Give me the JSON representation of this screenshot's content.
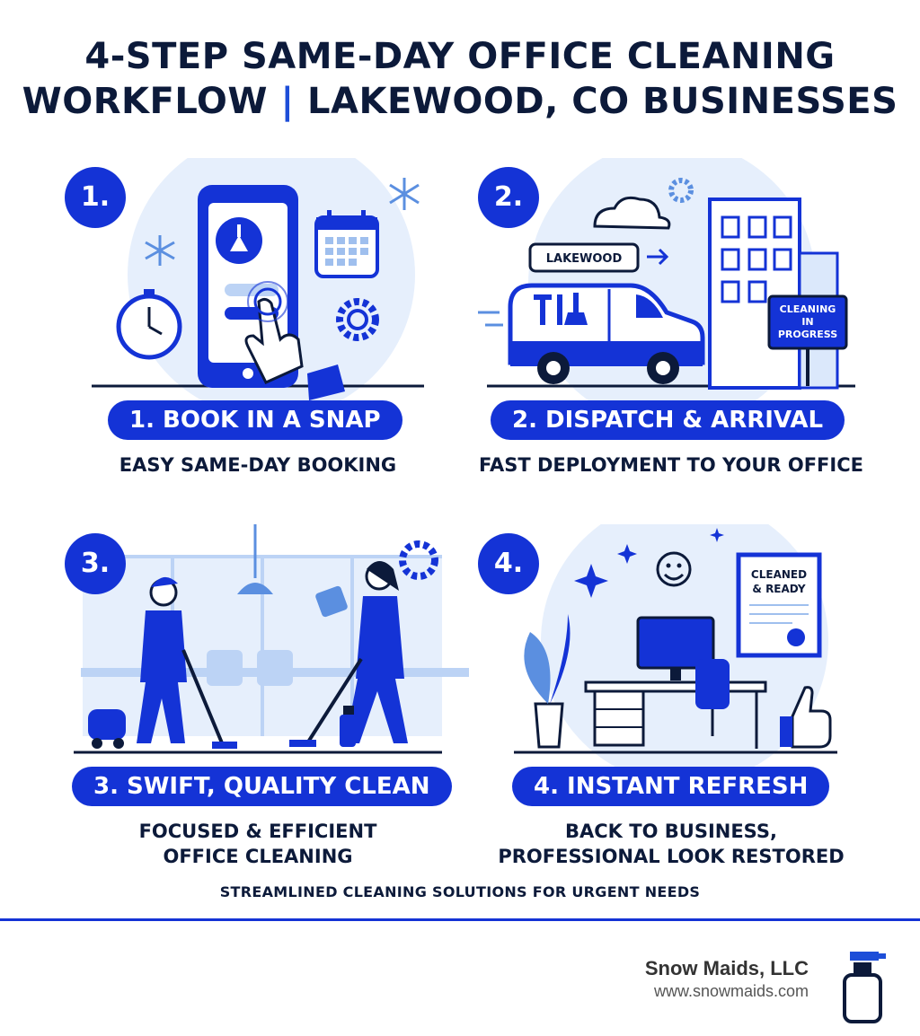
{
  "title": {
    "line1": "4-STEP SAME-DAY OFFICE CLEANING",
    "line2_a": "WORKFLOW",
    "line2_sep": "|",
    "line2_b": "LAKEWOOD, CO BUSINESSES"
  },
  "steps": [
    {
      "badge": "1.",
      "heading": "1. BOOK IN A SNAP",
      "subtitle": "EASY SAME-DAY BOOKING",
      "icons": [
        "phone-icon",
        "broom-icon",
        "tap-hand-icon",
        "calendar-icon",
        "stopwatch-icon",
        "snowflake-icon",
        "gear-icon"
      ]
    },
    {
      "badge": "2.",
      "heading": "2. DISPATCH & ARRIVAL",
      "subtitle": "FAST DEPLOYMENT TO YOUR OFFICE",
      "sign_label": "LAKEWOOD",
      "board_label": "CLEANING\nIN\nPROGRESS",
      "icons": [
        "van-icon",
        "building-icon",
        "cloud-icon",
        "gear-icon"
      ]
    },
    {
      "badge": "3.",
      "heading": "3. SWIFT, QUALITY CLEAN",
      "subtitle": "FOCUSED & EFFICIENT\nOFFICE CLEANING",
      "icons": [
        "cleaner-vacuum-icon",
        "cleaner-wiping-icon",
        "office-chairs-icon",
        "lamp-icon",
        "gear-icon",
        "spray-bottle-icon"
      ]
    },
    {
      "badge": "4.",
      "heading": "4. INSTANT REFRESH",
      "subtitle": "BACK TO BUSINESS,\nPROFESSIONAL LOOK RESTORED",
      "certificate_label": "CLEANED\n& READY",
      "icons": [
        "desk-icon",
        "monitor-icon",
        "plant-icon",
        "smiley-icon",
        "sparkle-icon",
        "certificate-icon",
        "thumbs-up-icon"
      ]
    }
  ],
  "tagline": "STREAMLINED CLEANING SOLUTIONS FOR URGENT NEEDS",
  "footer": {
    "company": "Snow Maids, LLC",
    "url": "www.snowmaids.com",
    "logo_icon": "spray-bottle-logo-icon"
  },
  "colors": {
    "primary": "#1433d6",
    "navy": "#0c1a3a",
    "light_blue": "#dbe8fb"
  }
}
